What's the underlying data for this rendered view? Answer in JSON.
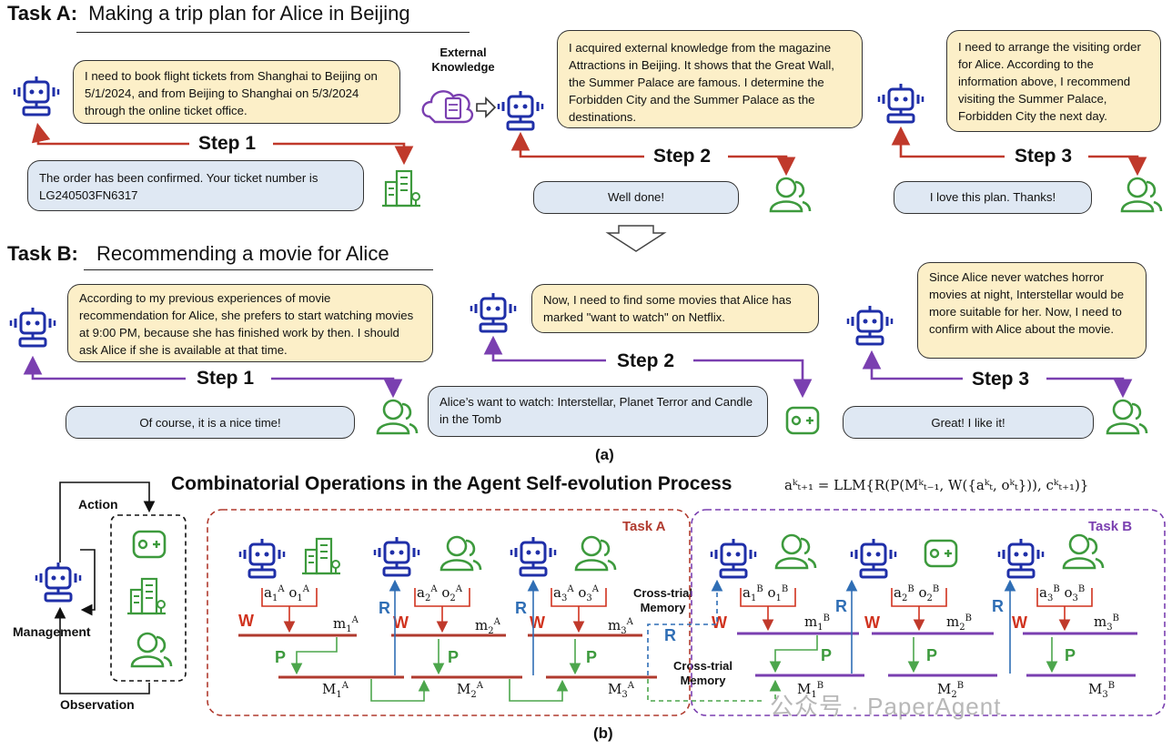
{
  "taskA": {
    "title_prefix": "Task A:",
    "title_text": "Making a trip plan for Alice in Beijing",
    "external_knowledge": "External\nKnowledge",
    "step1_agent": "I need to book flight tickets from Shanghai to Beijing on 5/1/2024, and from Beijing to Shanghai on 5/3/2024 through the online ticket office.",
    "step1_env": "The order has been confirmed. Your ticket number is LG240503FN6317",
    "step2_agent": "I acquired external knowledge from the magazine Attractions in Beijing. It shows that the Great Wall, the Summer Palace are famous. I determine the Forbidden City and the Summer Palace as the destinations.",
    "step2_env": "Well done!",
    "step3_agent": "I need to arrange the visiting order for Alice. According to the information above, I recommend visiting the Summer Palace, Forbidden City the next day.",
    "step3_env": "I love this plan. Thanks!",
    "steps": [
      "Step 1",
      "Step 2",
      "Step 3"
    ]
  },
  "taskB": {
    "title_prefix": "Task B:",
    "title_text": "Recommending a movie for Alice",
    "step1_agent": "According to my previous experiences of movie recommendation for Alice, she prefers to start watching movies at 9:00 PM, because she has finished work by then. I should ask Alice if she is available at that time.",
    "step1_env": "Of course, it is a nice time!",
    "step2_agent": "Now, I need to find some movies that Alice has marked \"want to watch\" on Netflix.",
    "step2_env": "Alice’s want to watch: Interstellar, Planet Terror and Candle in the Tomb",
    "step3_agent": "Since Alice never watches horror movies at night, Interstellar would be more suitable for her. Now, I need to confirm with Alice about the movie.",
    "step3_env": "Great! I like it!",
    "steps": [
      "Step 1",
      "Step 2",
      "Step 3"
    ]
  },
  "panel_a_label": "(a)",
  "panel_b_label": "(b)",
  "panel_b": {
    "title": "Combinatorial Operations in the Agent Self-evolution Process",
    "formula": "aᵏₜ₊₁ = LLM{R(P(Mᵏₜ₋₁, W({aᵏₜ, oᵏₜ})), cᵏₜ₊₁)}",
    "action": "Action",
    "management": "Management",
    "observation": "Observation",
    "task_a": "Task A",
    "task_b": "Task B",
    "cross_trial_1": "Cross-trial\nMemory",
    "cross_trial_2": "Cross-trial\nMemory",
    "op_w": "W",
    "op_p": "P",
    "op_r": "R"
  },
  "watermark": "公众号 · PaperAgent",
  "colors": {
    "red": "#c0392b",
    "purple": "#7a3fb0",
    "green": "#4ca64c",
    "blue": "#2f6eb5",
    "robot": "#1f2fa8",
    "bubble_yellow": "#fcefc8",
    "bubble_blue": "#dfe8f3"
  }
}
